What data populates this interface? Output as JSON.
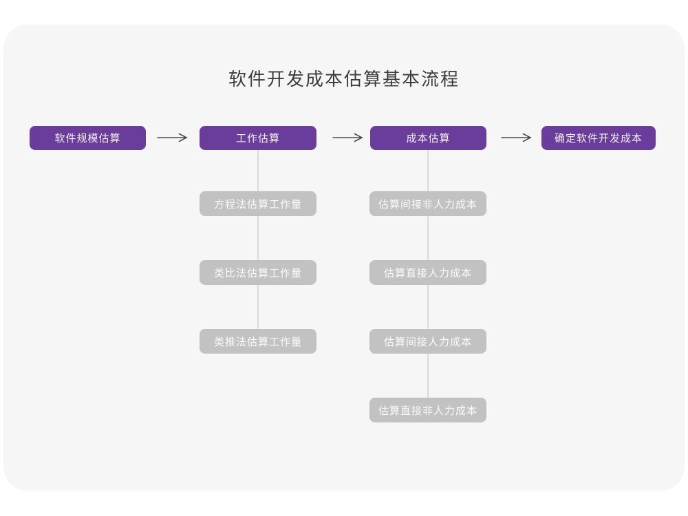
{
  "title": "软件开发成本估算基本流程",
  "colors": {
    "accent_purple": "#6a3c9b",
    "gray_box": "#c2c2c2",
    "card_bg": "#f6f6f7",
    "connector": "#dadada",
    "arrow": "#4a4a4a"
  },
  "flow": {
    "main_steps": [
      {
        "label": "软件规模估算"
      },
      {
        "label": "工作估算"
      },
      {
        "label": "成本估算"
      },
      {
        "label": "确定软件开发成本"
      }
    ],
    "work_estimation_methods": [
      "方程法估算工作量",
      "类比法估算工作量",
      "类推法估算工作量"
    ],
    "cost_estimation_steps": [
      "估算间接非人力成本",
      "估算直接人力成本",
      "估算间接人力成本",
      "估算直接非人力成本"
    ]
  }
}
